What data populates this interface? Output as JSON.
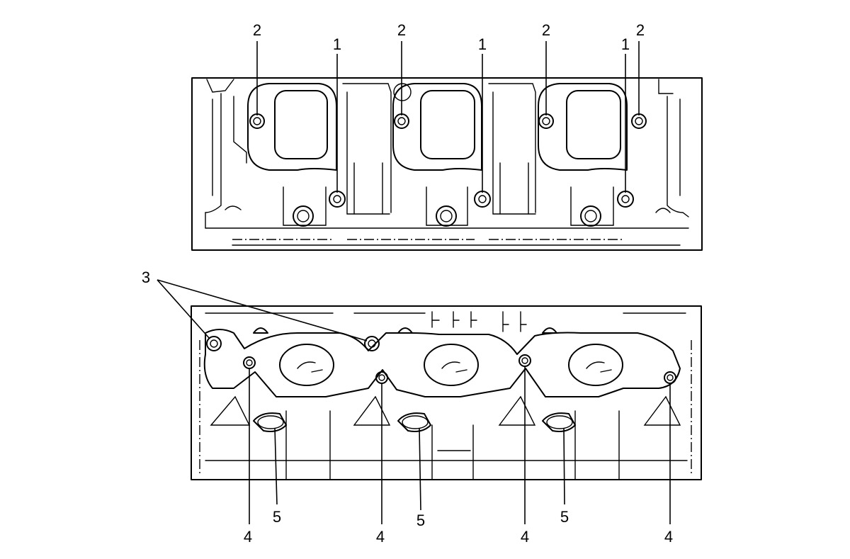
{
  "callouts": {
    "top": [
      {
        "label": "2"
      },
      {
        "label": "1"
      },
      {
        "label": "2"
      },
      {
        "label": "1"
      },
      {
        "label": "2"
      },
      {
        "label": "1"
      },
      {
        "label": "2"
      }
    ],
    "bottom": [
      {
        "label": "3"
      },
      {
        "label": "4"
      },
      {
        "label": "5"
      },
      {
        "label": "4"
      },
      {
        "label": "5"
      },
      {
        "label": "4"
      },
      {
        "label": "5"
      },
      {
        "label": "4"
      }
    ]
  }
}
